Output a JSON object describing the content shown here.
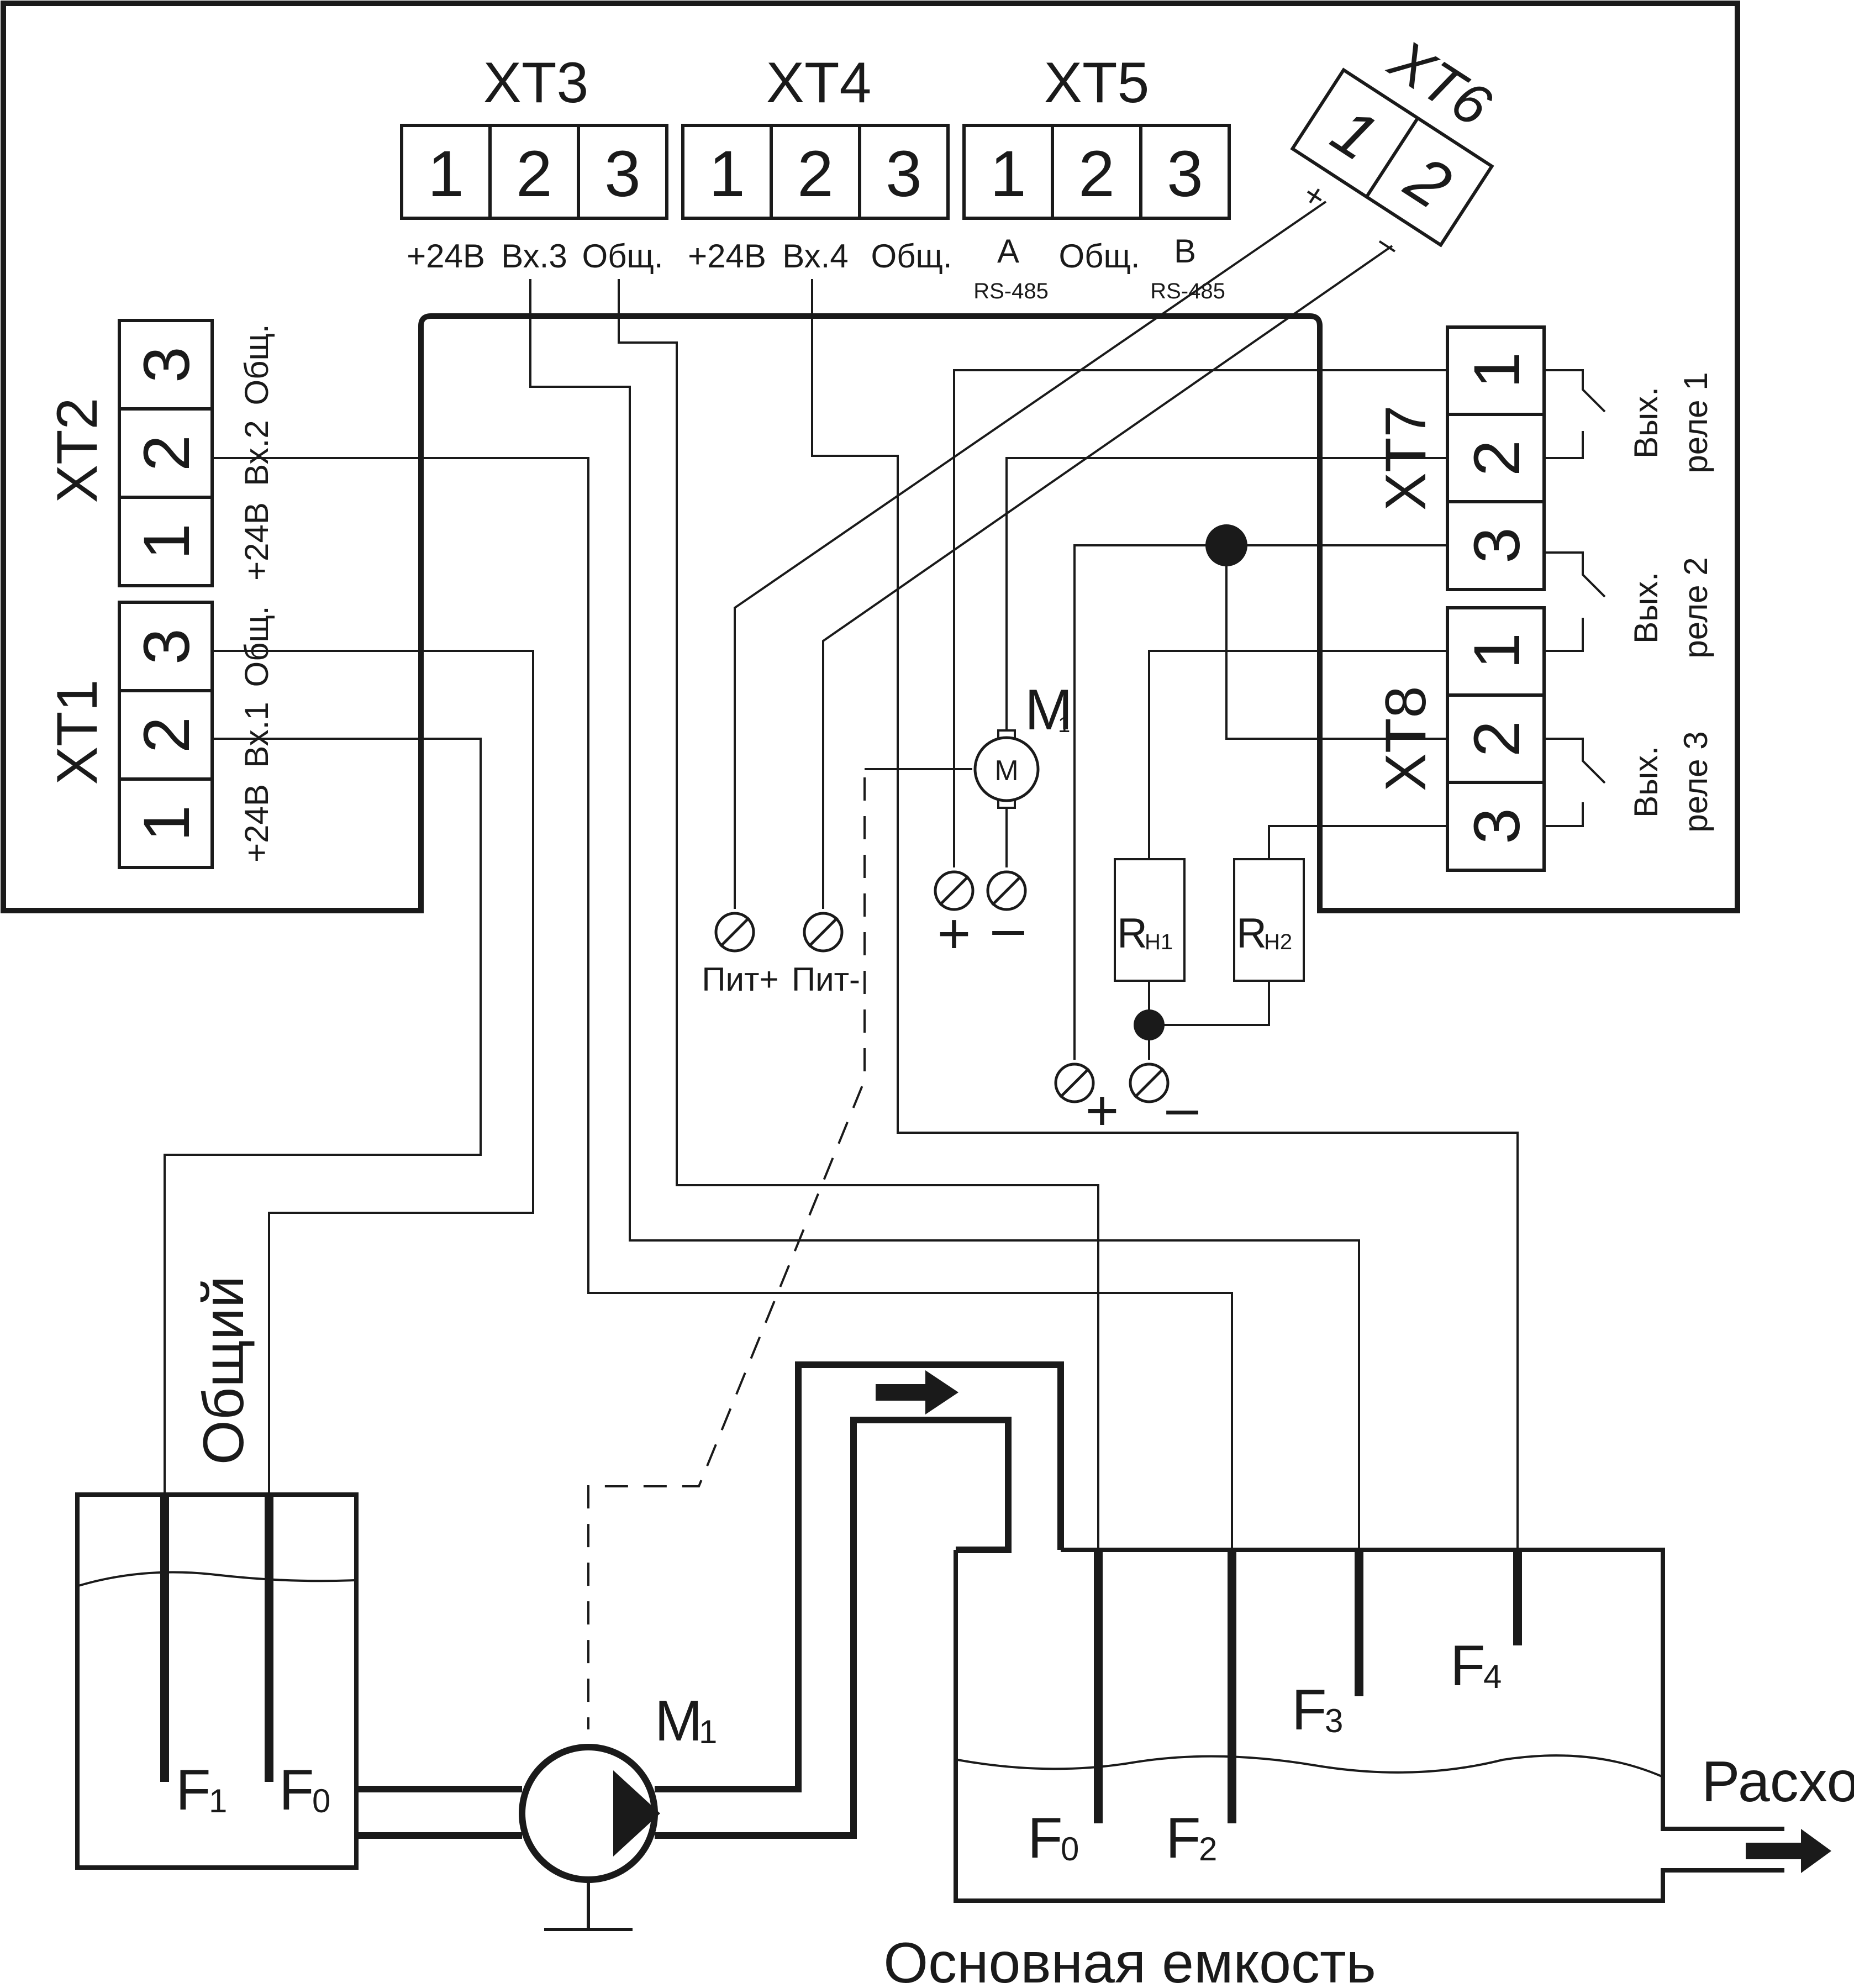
{
  "terminals": {
    "xt1": {
      "name": "XT1",
      "pins": [
        "1",
        "2",
        "3"
      ],
      "signals": [
        "+24В",
        "Вх.1",
        "Общ."
      ]
    },
    "xt2": {
      "name": "XT2",
      "pins": [
        "1",
        "2",
        "3"
      ],
      "signals": [
        "+24В",
        "Вх.2",
        "Общ."
      ]
    },
    "xt3": {
      "name": "XT3",
      "pins": [
        "1",
        "2",
        "3"
      ],
      "signals": [
        "+24В",
        "Вх.3",
        "Общ."
      ]
    },
    "xt4": {
      "name": "XT4",
      "pins": [
        "1",
        "2",
        "3"
      ],
      "signals": [
        "+24В",
        "Вх.4",
        "Общ."
      ]
    },
    "xt5": {
      "name": "XT5",
      "pins": [
        "1",
        "2",
        "3"
      ],
      "signals": [
        "A",
        "Общ.",
        "B"
      ],
      "sub": [
        "RS-485",
        "RS-485"
      ]
    },
    "xt6": {
      "name": "XT6",
      "pins": [
        "1",
        "2"
      ],
      "signals": [
        "+",
        "–"
      ]
    },
    "xt7": {
      "name": "XT7",
      "pins": [
        "1",
        "2",
        "3"
      ]
    },
    "xt8": {
      "name": "XT8",
      "pins": [
        "1",
        "2",
        "3"
      ]
    }
  },
  "relays": [
    {
      "line1": "Вых.",
      "line2": "реле 1"
    },
    {
      "line1": "Вых.",
      "line2": "реле 2"
    },
    {
      "line1": "Вых.",
      "line2": "реле 3"
    }
  ],
  "power": {
    "plus": "Пит+",
    "minus": "Пит-"
  },
  "motor": {
    "symbol": "M",
    "label": "M",
    "sub": "1"
  },
  "motor_terminals": {
    "plus": "+",
    "minus": "–"
  },
  "resistors": [
    {
      "main": "R",
      "sub": "Н1"
    },
    {
      "main": "R",
      "sub": "Н2"
    }
  ],
  "heater_terminals": {
    "plus": "+",
    "minus": "–"
  },
  "left_tank": {
    "common": "Общий",
    "sensors": [
      {
        "main": "F",
        "sub": "1"
      },
      {
        "main": "F",
        "sub": "0"
      }
    ]
  },
  "pump": {
    "main": "M",
    "sub": "1"
  },
  "main_tank": {
    "title": "Основная емкость",
    "outflow": "Расход",
    "sensors": [
      {
        "main": "F",
        "sub": "0"
      },
      {
        "main": "F",
        "sub": "2"
      },
      {
        "main": "F",
        "sub": "3"
      },
      {
        "main": "F",
        "sub": "4"
      }
    ]
  }
}
